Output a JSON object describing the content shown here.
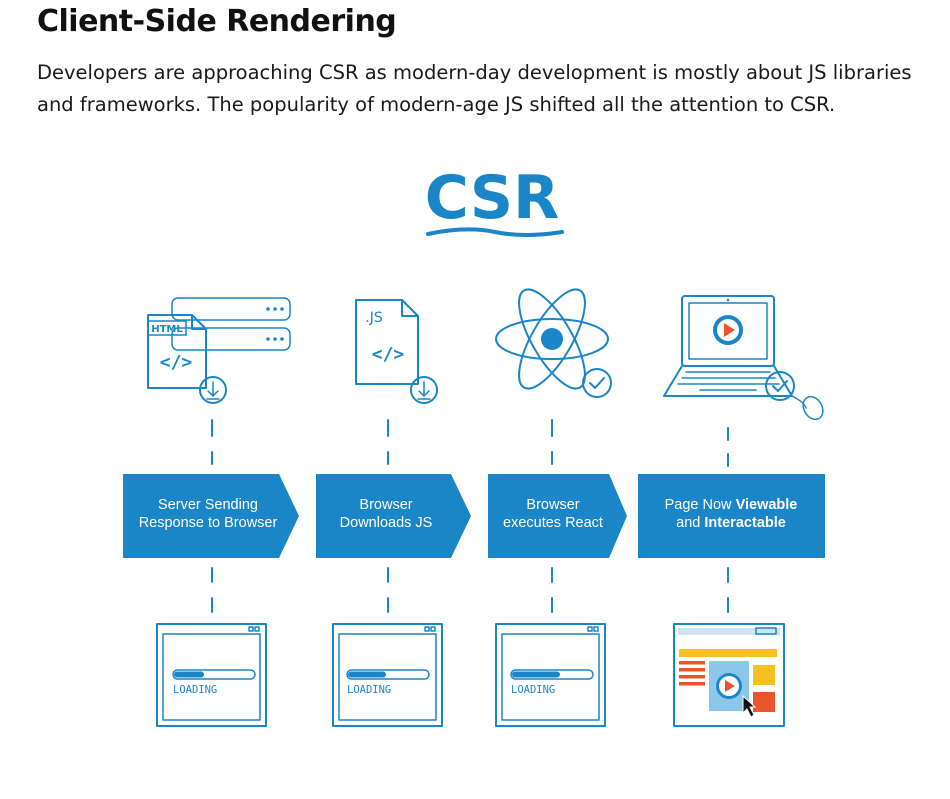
{
  "section": {
    "heading": "Client-Side Rendering",
    "paragraph": "Developers are approaching CSR as modern-day development is mostly about JS libraries and frameworks. The popularity of modern-age JS shifted all the attention to CSR."
  },
  "diagram": {
    "title": "CSR",
    "accent_color": "#1a86c8",
    "steps": [
      {
        "icon": "html-file-download-icon",
        "file_tag": "HTML",
        "code_tag": "</>",
        "lines": [
          "Server Sending",
          "Response to Browser"
        ],
        "screen_icon": "loading-screen-icon",
        "screen_text": "LOADING"
      },
      {
        "icon": "js-file-download-icon",
        "file_tag": ".JS",
        "code_tag": "</>",
        "lines": [
          "Browser",
          "Downloads JS"
        ],
        "screen_icon": "loading-screen-icon",
        "screen_text": "LOADING"
      },
      {
        "icon": "react-atom-icon",
        "lines": [
          "Browser",
          "executes React"
        ],
        "screen_icon": "loading-screen-icon",
        "screen_text": "LOADING"
      },
      {
        "icon": "laptop-video-icon",
        "line1_prefix": "Page Now ",
        "line1_bold": "Viewable",
        "line2_prefix": "and ",
        "line2_bold": "Interactable",
        "screen_icon": "rendered-page-icon"
      }
    ]
  }
}
